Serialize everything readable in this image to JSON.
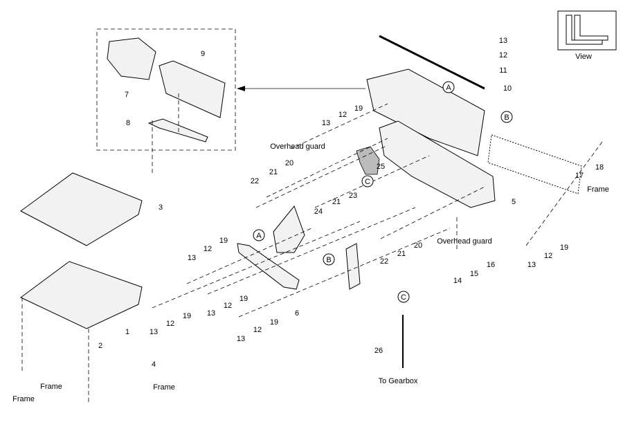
{
  "diagram": {
    "callouts": [
      "7",
      "9",
      "8",
      "13",
      "12",
      "11",
      "10",
      "19",
      "12",
      "13",
      "Overhead guard",
      "20",
      "21",
      "22",
      "25",
      "23",
      "21",
      "24",
      "17",
      "18",
      "Frame",
      "5",
      "3",
      "22",
      "21",
      "20",
      "Overhead guard",
      "16",
      "15",
      "14",
      "13",
      "12",
      "19",
      "19",
      "12",
      "13",
      "1",
      "2",
      "19",
      "12",
      "13",
      "6",
      "19",
      "12",
      "13",
      "19",
      "12",
      "13",
      "26",
      "To Gearbox",
      "4",
      "Frame",
      "Frame",
      "Frame",
      "View"
    ],
    "circled_refs": [
      "A",
      "B",
      "C",
      "A",
      "B",
      "C"
    ]
  }
}
